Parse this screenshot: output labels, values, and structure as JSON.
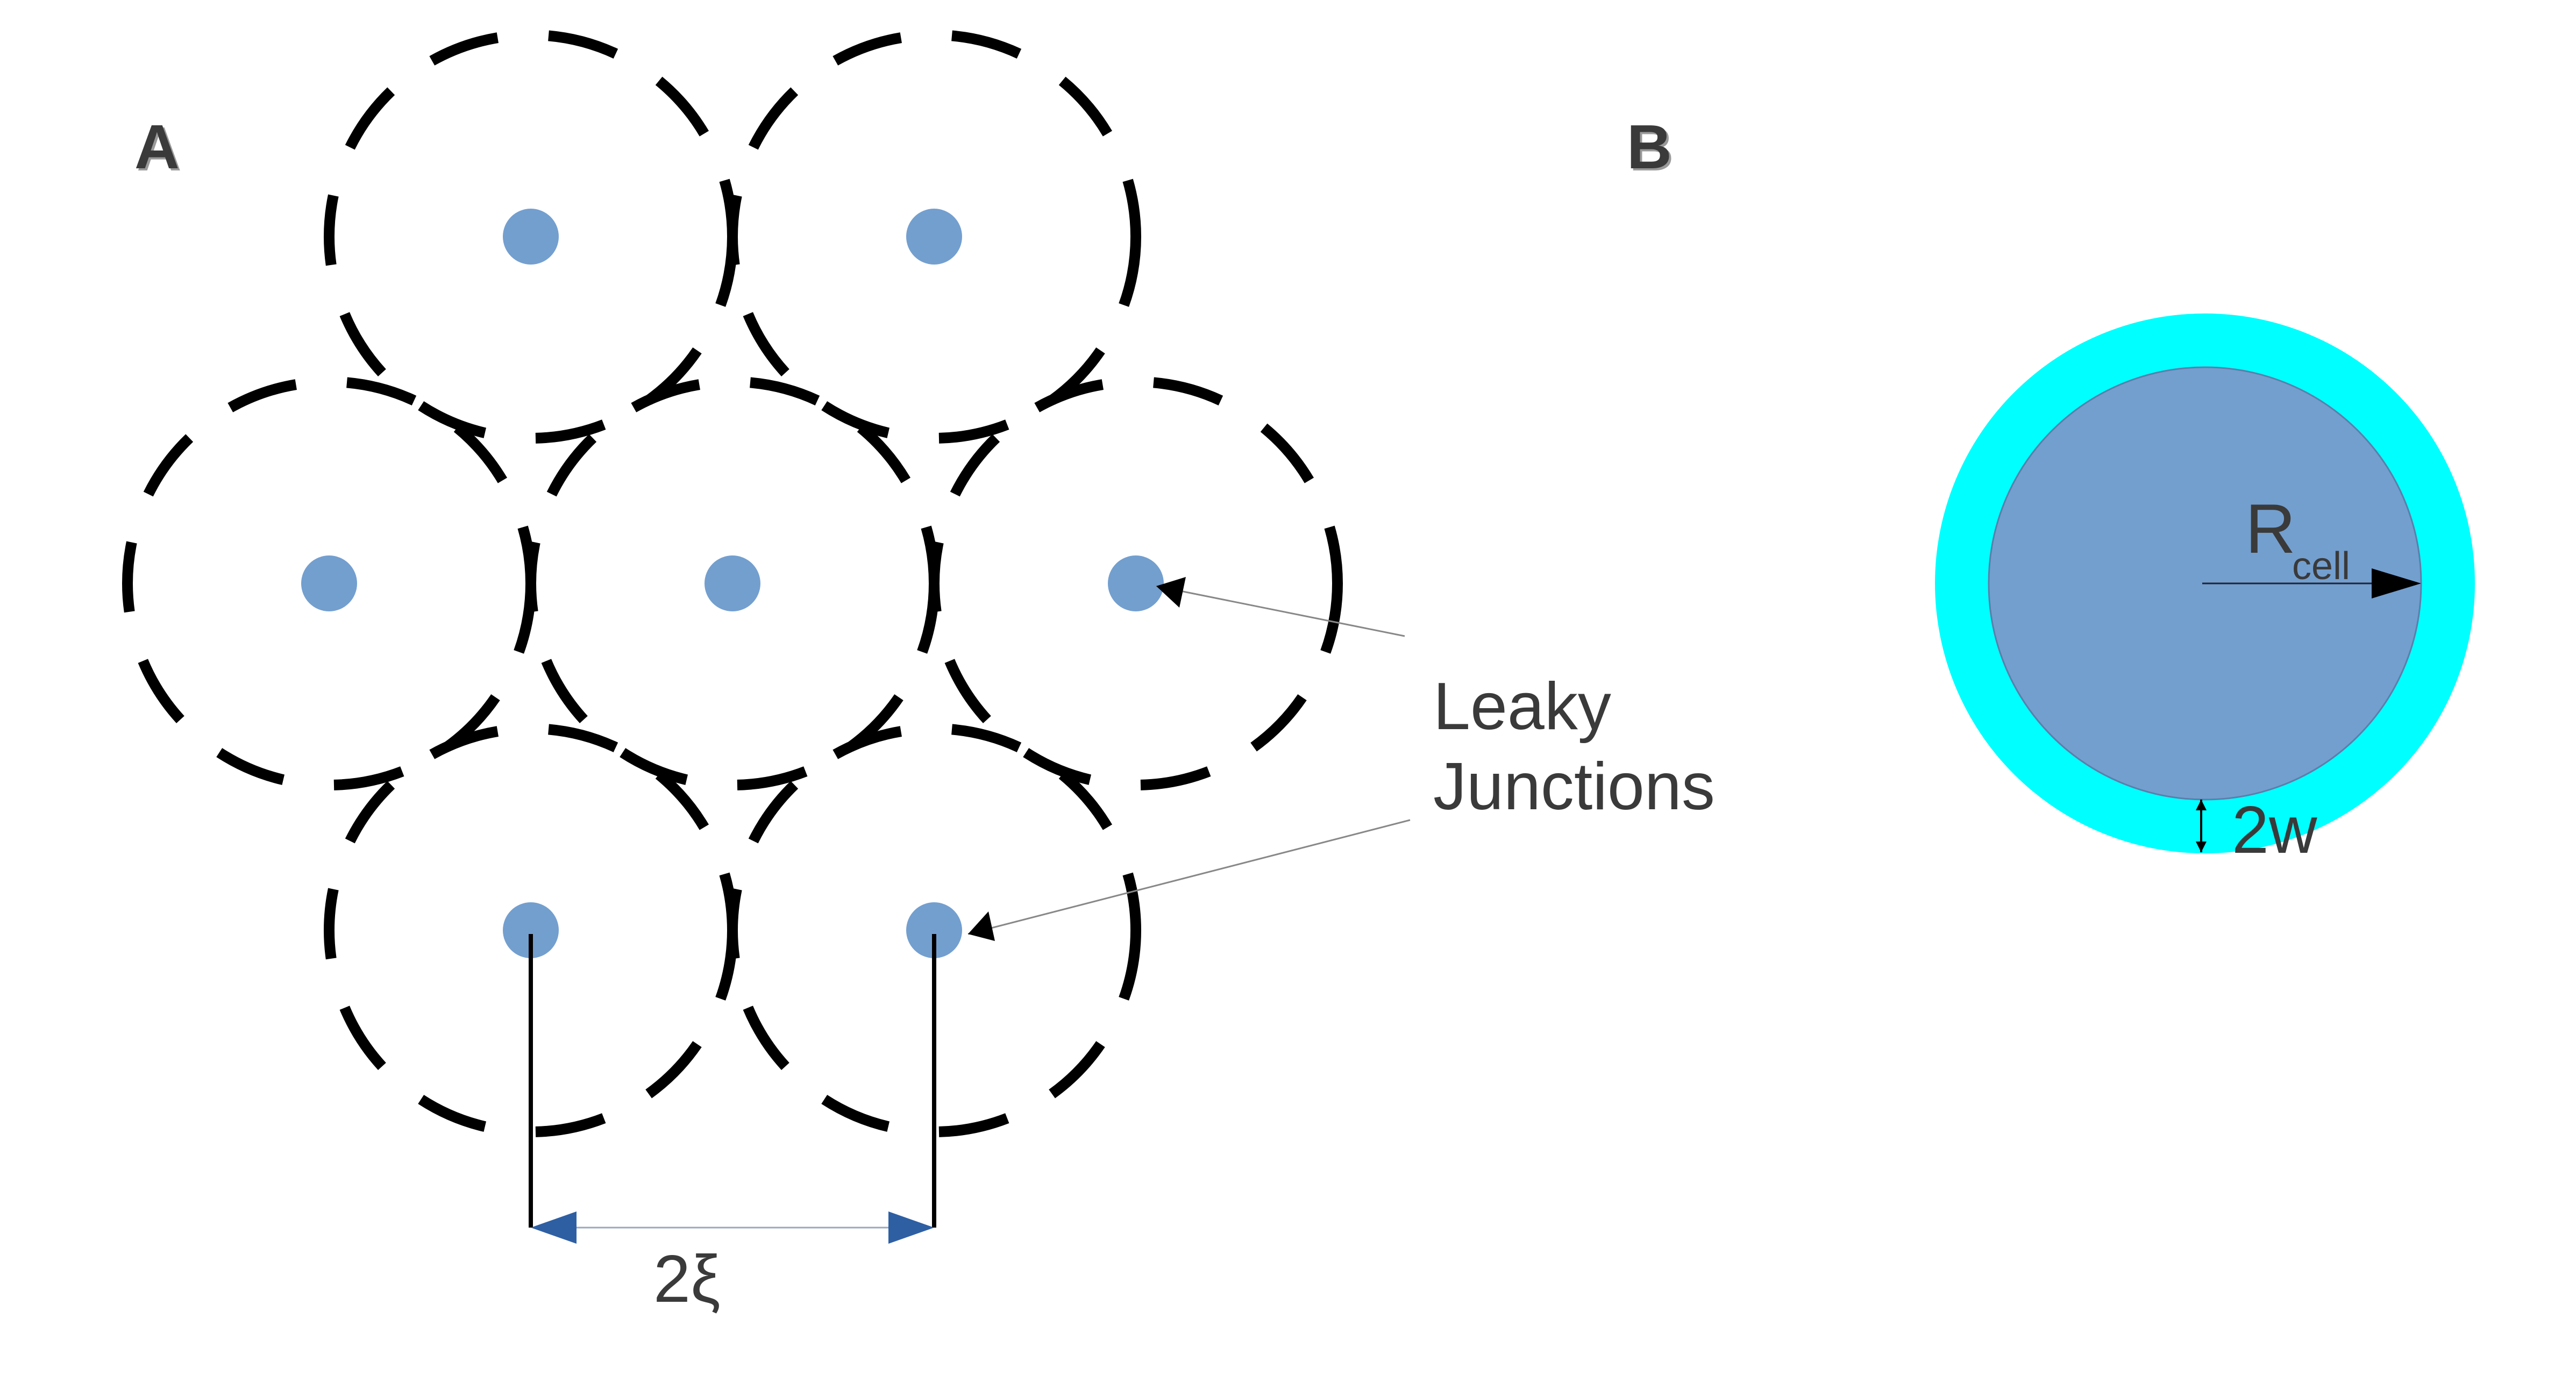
{
  "panels": {
    "a_label": "A",
    "b_label": "B"
  },
  "callout": {
    "line1": "Leaky",
    "line2": "Junctions"
  },
  "dimensions": {
    "spacing_label": "2ξ",
    "radius_label": "R",
    "radius_subscript": "cell",
    "width_label": "2w"
  },
  "colors": {
    "nucleus": "#739fcf",
    "membrane": "#00ffff",
    "outline": "#000000",
    "arrow_blue": "#2e5fa3",
    "text": "#3a3a3a"
  },
  "lattice": {
    "cells": [
      {
        "row": 0,
        "col": 0
      },
      {
        "row": 0,
        "col": 1
      },
      {
        "row": 1,
        "col": 0
      },
      {
        "row": 1,
        "col": 1
      },
      {
        "row": 1,
        "col": 2
      },
      {
        "row": 2,
        "col": 0
      },
      {
        "row": 2,
        "col": 1
      }
    ]
  }
}
